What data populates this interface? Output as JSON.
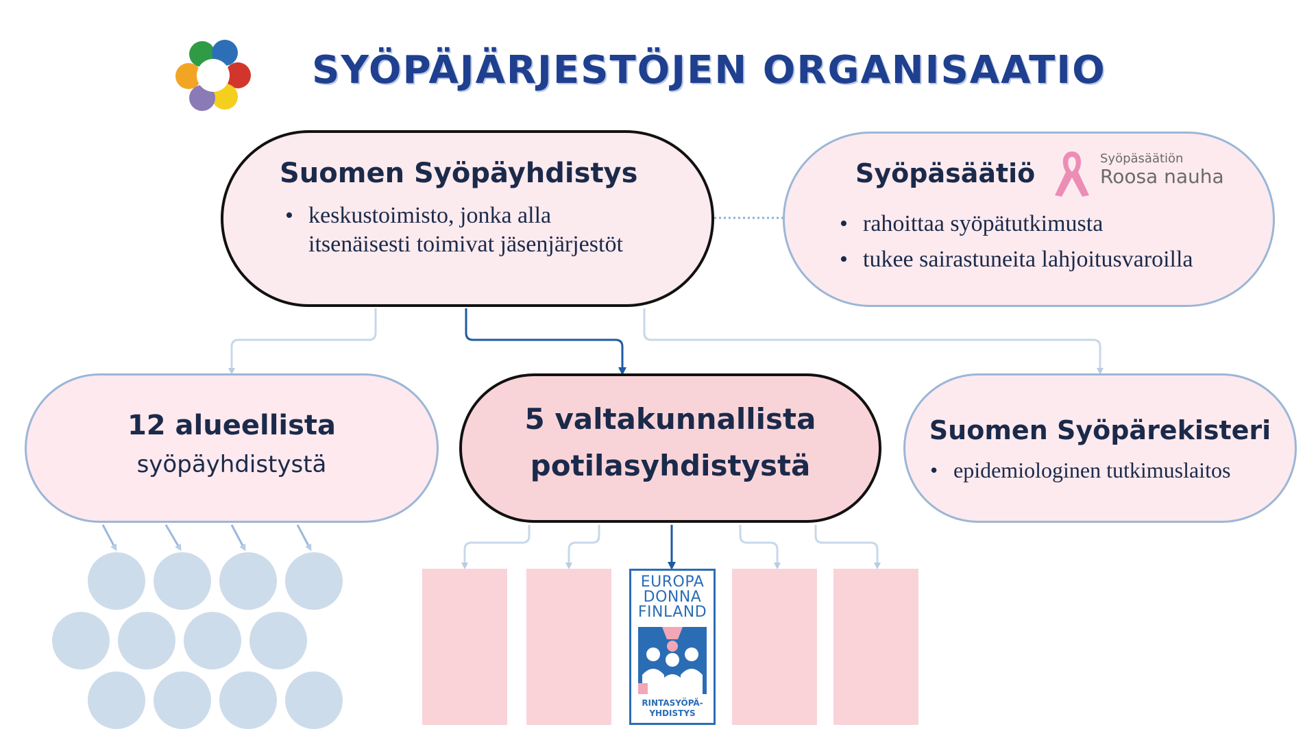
{
  "title": "SYÖPÄJÄRJESTÖJEN ORGANISAATIO",
  "main_org": {
    "name": "Suomen Syöpäyhdistys",
    "bullet_1": "keskustoimisto, jonka alla",
    "bullet_1_cont": "itsenäisesti toimivat jäsenjärjestöt"
  },
  "foundation": {
    "name": "Syöpäsäätiö",
    "logo_line_1": "Syöpäsäätiön",
    "logo_line_2": "Roosa nauha",
    "bullets": [
      "rahoittaa syöpätutkimusta",
      "tukee sairastuneita lahjoitusvaroilla"
    ]
  },
  "regional": {
    "line_1": "12 alueellista",
    "line_2": "syöpäyhdistystä"
  },
  "national": {
    "line_1": "5 valtakunnallista",
    "line_2": "potilasyhdistystä"
  },
  "registry": {
    "name": "Suomen Syöpärekisteri",
    "bullet": "epidemiologinen tutkimuslaitos"
  },
  "europa_donna": {
    "line_1": "EUROPA",
    "line_2": "DONNA",
    "line_3": "FINLAND",
    "line_4": "RINTASYÖPÄ-",
    "line_5": "YHDISTYS"
  },
  "colors": {
    "title": "#1f3f8f",
    "pink_fill": "#fbeaee",
    "pink_strong": "#f8d4d9",
    "light_blue": "#cddcea",
    "connector_light": "#b8cde3",
    "connector_dark": "#1d5aa3"
  },
  "icons": [
    "organization-logo-icon",
    "pink-ribbon-icon"
  ]
}
